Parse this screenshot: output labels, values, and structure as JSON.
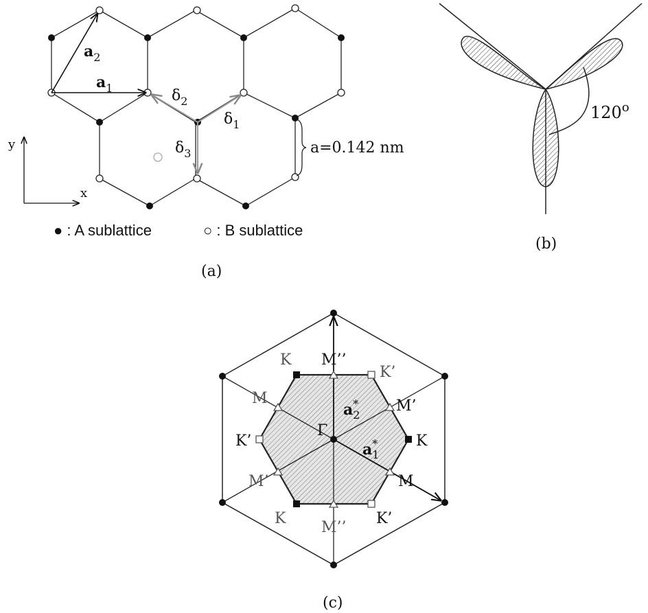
{
  "panel_a": {
    "caption": "(a)",
    "a2": {
      "bold": "a",
      "sub": "2"
    },
    "a1": {
      "bold": "a",
      "sub": "1"
    },
    "d1": {
      "sym": "δ",
      "sub": "1"
    },
    "d2": {
      "sym": "δ",
      "sub": "2"
    },
    "d3": {
      "sym": "δ",
      "sub": "3"
    },
    "y_axis": "y",
    "x_axis": "x",
    "bond_length": "a=0.142 nm",
    "legend_a": "● : A sublattice",
    "legend_b": "○ : B sublattice"
  },
  "panel_b": {
    "caption": "(b)",
    "angle": {
      "value": "120",
      "sup": "o"
    }
  },
  "panel_c": {
    "caption": "(c)",
    "gamma": "Γ",
    "b1": {
      "bold": "a",
      "sup": "*",
      "sub": "1"
    },
    "b2": {
      "bold": "a",
      "sup": "*",
      "sub": "2"
    },
    "K_upper_left": "K",
    "K_lower_left": "K",
    "K_right": "K",
    "Kp_upper_right": "K’",
    "Kp_lower_right": "K’",
    "Kp_left": "K’",
    "M_left_upper": "M",
    "M_right_lower": "M",
    "Mp_right_upper": "M’",
    "Mp_left_lower": "M’",
    "Mpp_top": "M’’",
    "Mpp_bottom": "M’’"
  },
  "colors": {
    "ink": "#111111",
    "gray": "#666666",
    "hatch": "#777777",
    "shade": "#e8e8e8"
  }
}
